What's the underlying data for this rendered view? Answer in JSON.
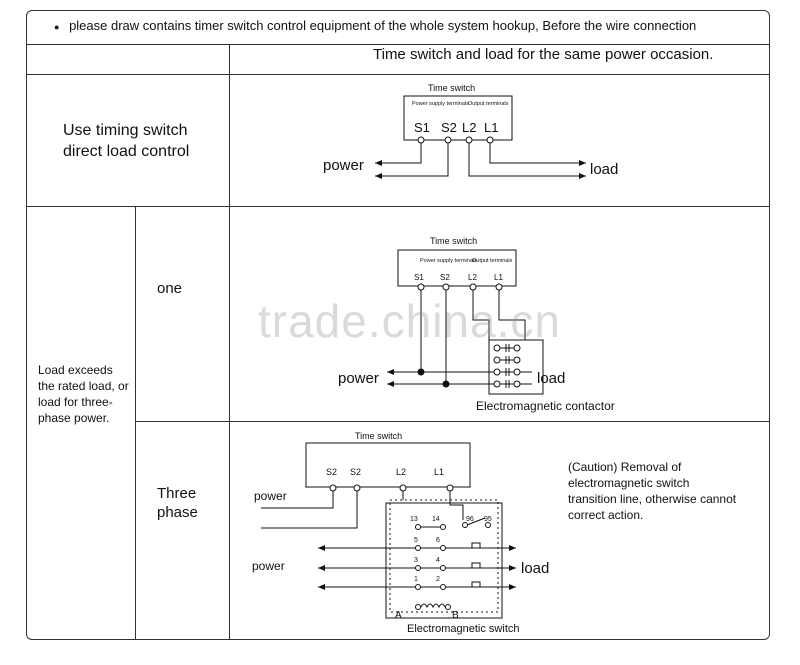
{
  "header": {
    "bullet": "●",
    "intro": "please draw contains timer switch control equipment of the whole system hookup, Before the wire connection",
    "subtitle": "Time switch and load for the same power occasion."
  },
  "row1": {
    "label_line1": "Use timing switch",
    "label_line2": "direct  load control",
    "diagram": {
      "title": "Time switch",
      "power_supply": "Power supply terminals",
      "output": "Output terminals",
      "terminals": [
        "S1",
        "S2",
        "L2",
        "L1"
      ],
      "power": "power",
      "load": "load"
    }
  },
  "row2": {
    "side_label": "Load exceeds the rated load, or load for three-phase power.",
    "sub_label": "one",
    "diagram": {
      "title": "Time switch",
      "power_supply": "Power supply terminals",
      "output": "Output terminals",
      "terminals": [
        "S1",
        "S2",
        "L2",
        "L1"
      ],
      "power": "power",
      "load": "load",
      "contactor": "Electromagnetic contactor"
    }
  },
  "row3": {
    "sub_label_1": "Three",
    "sub_label_2": "phase",
    "diagram": {
      "title": "Time switch",
      "terminals": [
        "S2",
        "S2",
        "L2",
        "L1"
      ],
      "power_top": "power",
      "power_mid": "power",
      "load": "load",
      "switch": "Electromagnetic switch",
      "contacts": [
        "13",
        "14",
        "96",
        "95",
        "5",
        "6",
        "3",
        "4",
        "1",
        "2"
      ],
      "coil_a": "A",
      "coil_b": "B",
      "caution": "(Caution) Removal of electromagnetic switch transition line, otherwise cannot correct action."
    }
  },
  "watermark": "trade.china.cn"
}
